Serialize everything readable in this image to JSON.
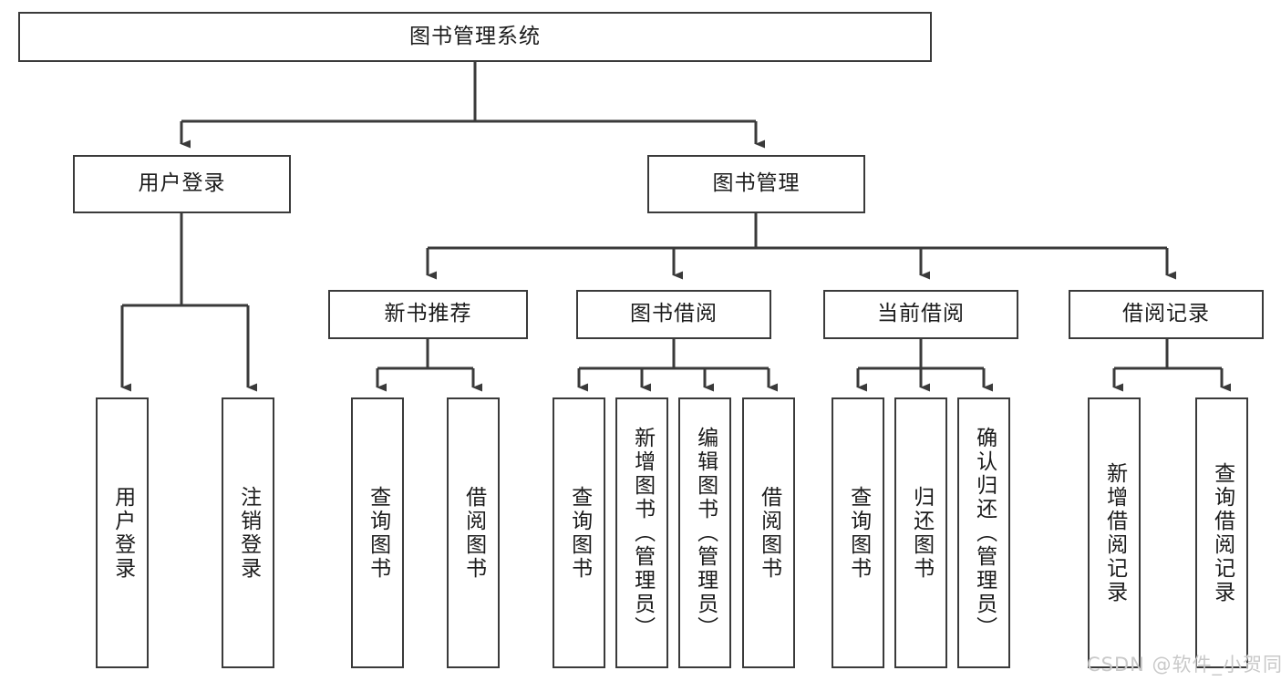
{
  "diagram": {
    "title": "图书管理系统",
    "type": "tree-hierarchy-diagram",
    "root": {
      "label": "图书管理系统"
    },
    "level1": [
      {
        "label": "用户登录"
      },
      {
        "label": "图书管理"
      }
    ],
    "level2": [
      {
        "label": "新书推荐"
      },
      {
        "label": "图书借阅"
      },
      {
        "label": "当前借阅"
      },
      {
        "label": "借阅记录"
      }
    ],
    "leaves_user_login": [
      {
        "label": "用户登录"
      },
      {
        "label": "注销登录"
      }
    ],
    "leaves_new_book": [
      {
        "label": "查询图书"
      },
      {
        "label": "借阅图书"
      }
    ],
    "leaves_book_borrow": [
      {
        "label": "查询图书"
      },
      {
        "label": "新增图书（管理员）"
      },
      {
        "label": "编辑图书（管理员）"
      },
      {
        "label": "借阅图书"
      }
    ],
    "leaves_current_borrow": [
      {
        "label": "查询图书"
      },
      {
        "label": "归还图书"
      },
      {
        "label": "确认归还（管理员）"
      }
    ],
    "leaves_borrow_record": [
      {
        "label": "新增借阅记录"
      },
      {
        "label": "查询借阅记录"
      }
    ]
  },
  "watermark": {
    "text": "CSDN @软件_小贺同学"
  },
  "colors": {
    "stroke": "#3a3a3a",
    "fill": "#ffffff",
    "text": "#1b1b1b",
    "watermark": "#c9c9c9"
  }
}
